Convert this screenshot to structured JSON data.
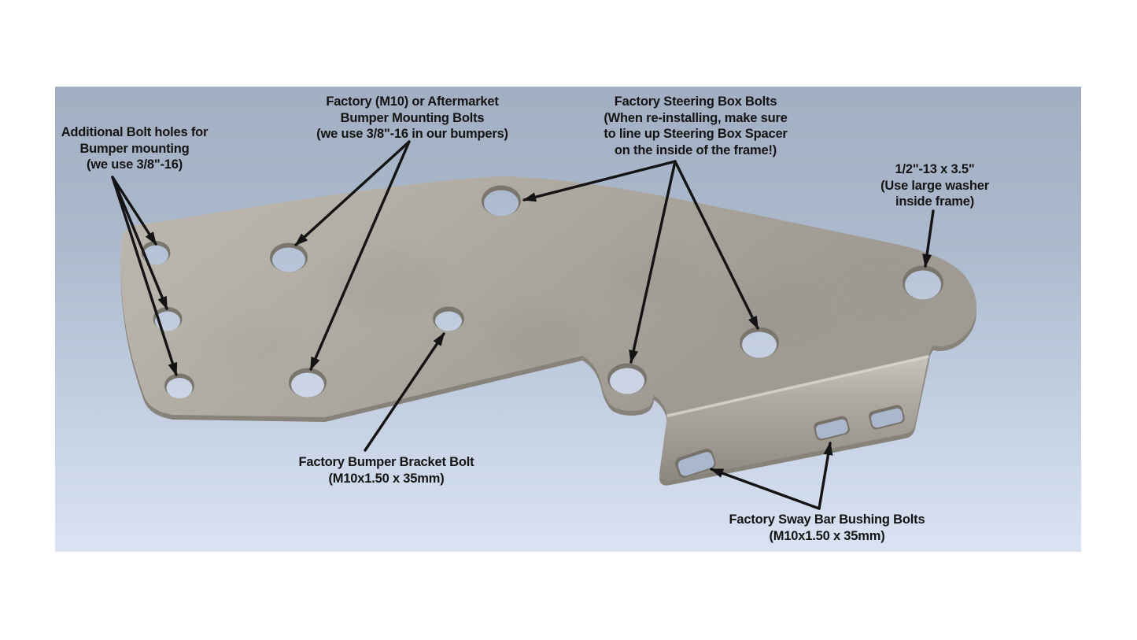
{
  "image": {
    "description": "CAD render of a frame bracket plate with annotated bolt holes",
    "background_top_color": "#a2aec1",
    "background_bottom_color": "#d9e3f3",
    "part_color": "#aba79f",
    "part_edge_color": "#87837b",
    "annotation_color": "#141414",
    "page_background": "#ffffff"
  },
  "annotations": {
    "additional_holes": {
      "lines": [
        "Additional Bolt holes for",
        "Bumper mounting",
        "(we use 3/8\"-16)"
      ],
      "arrow_count": 3
    },
    "bumper_mounting": {
      "lines": [
        "Factory (M10) or Aftermarket",
        "Bumper Mounting Bolts",
        "(we use 3/8\"-16 in our bumpers)"
      ],
      "arrow_count": 2
    },
    "steering_box": {
      "lines": [
        "Factory Steering Box Bolts",
        "(When re-installing, make sure",
        "to line up Steering Box Spacer",
        "on the inside of the frame!)"
      ],
      "arrow_count": 3
    },
    "half_inch_bolt": {
      "lines": [
        "1/2\"-13 x 3.5\"",
        "(Use large washer",
        "inside frame)"
      ],
      "arrow_count": 1
    },
    "bumper_bracket": {
      "lines": [
        "Factory Bumper Bracket Bolt",
        "(M10x1.50 x 35mm)"
      ],
      "arrow_count": 1
    },
    "sway_bar": {
      "lines": [
        "Factory Sway Bar Bushing Bolts",
        "(M10x1.50 x 35mm)"
      ],
      "arrow_count": 2
    }
  }
}
